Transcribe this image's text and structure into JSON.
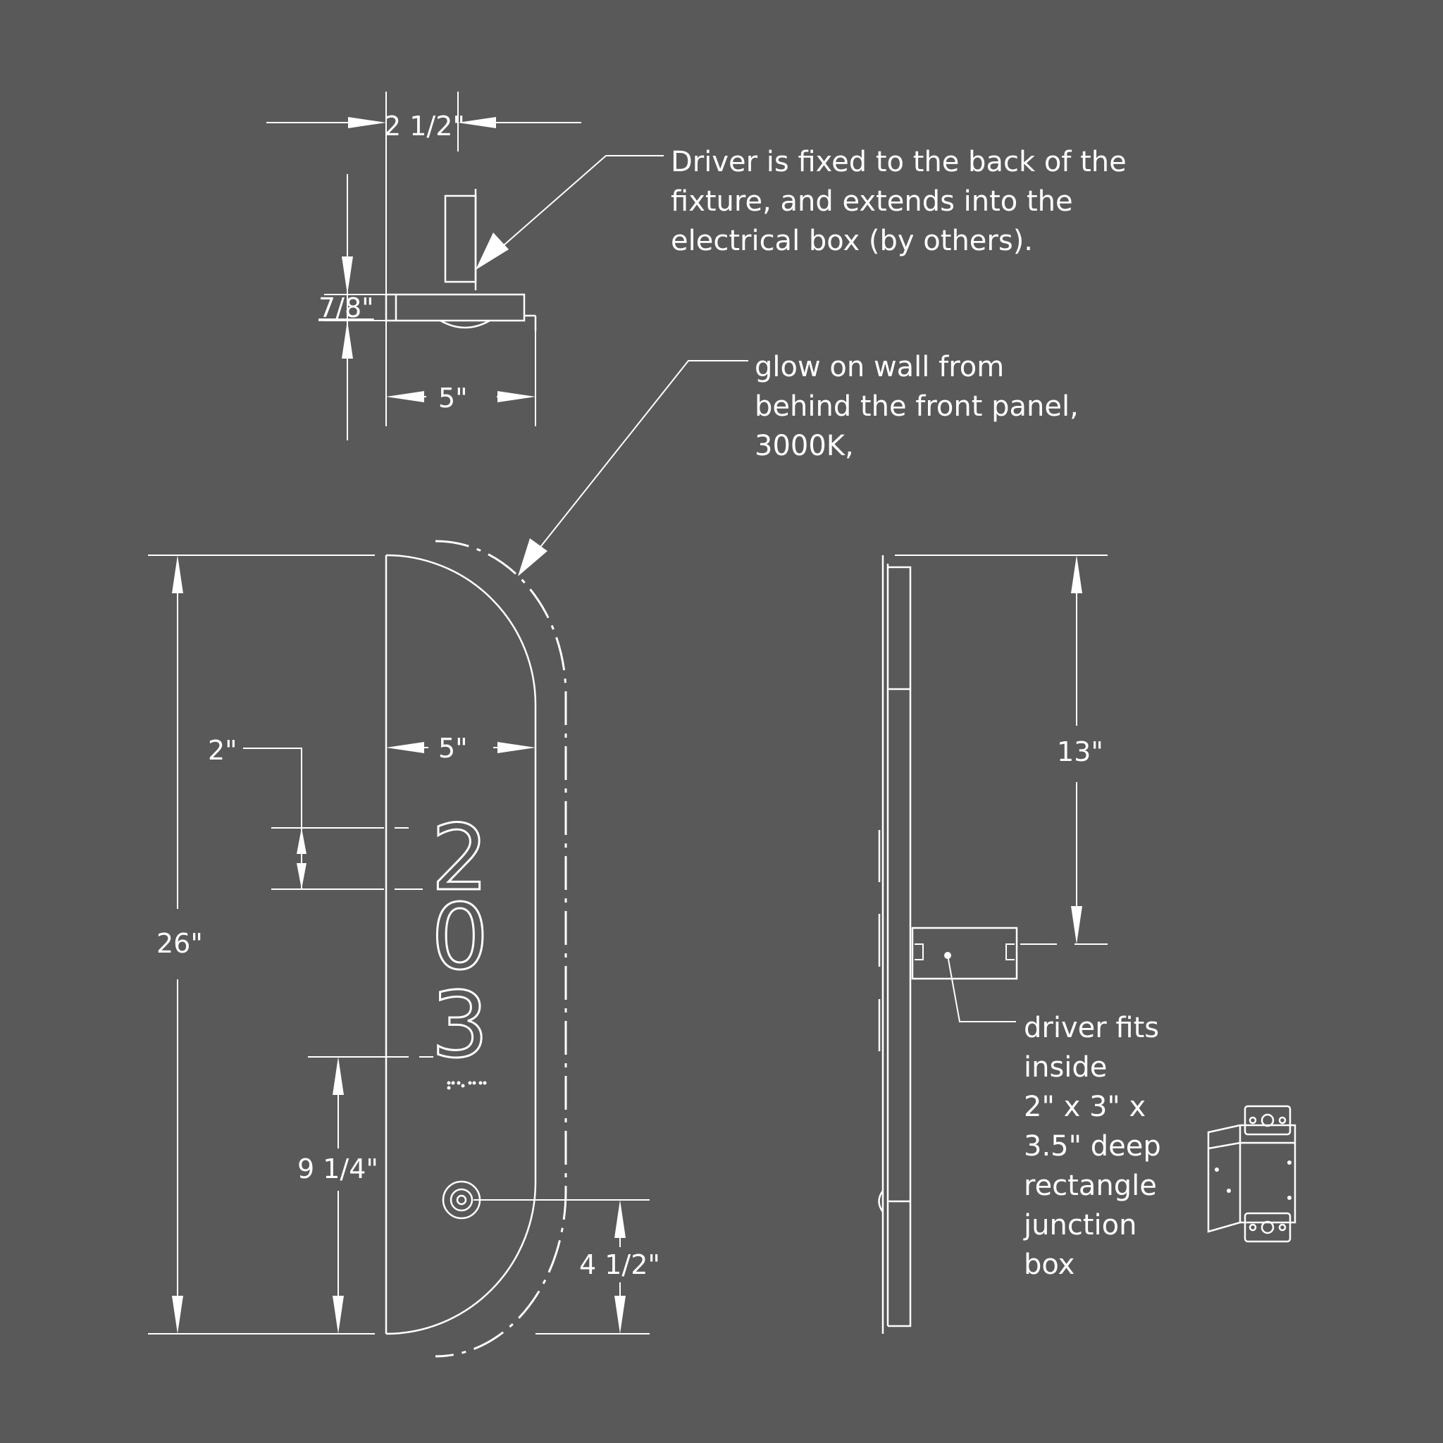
{
  "dimensions": {
    "depth_top": "2 1/2\"",
    "panel_thickness": "7/8\"",
    "width_top": "5\"",
    "width_front": "5\"",
    "digit_height": "2\"",
    "overall_height": "26\"",
    "digits_to_bottom": "9 1/4\"",
    "sensor_to_bottom": "4 1/2\"",
    "side_top_to_driver": "13\""
  },
  "notes": {
    "driver": [
      "Driver is fixed to the back of the",
      "fixture, and extends into the",
      "electrical box (by others)."
    ],
    "glow": [
      "glow on wall from",
      "behind the front panel,",
      "3000K,"
    ],
    "junction": [
      "driver fits",
      "inside",
      "2\" x 3\" x",
      "3.5\" deep",
      "rectangle",
      "junction",
      "box"
    ]
  },
  "sign": {
    "digits": [
      "2",
      "0",
      "3"
    ]
  }
}
